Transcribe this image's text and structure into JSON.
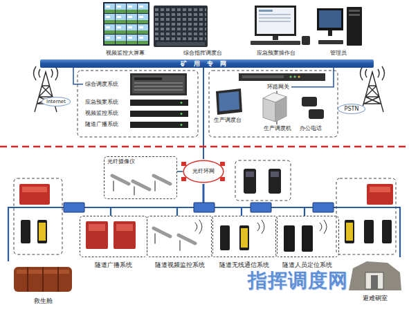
{
  "diagram": {
    "nodes": [
      {
        "text": [
          "视频监控大屏幕"
        ]
      },
      {
        "text": [
          "综合指挥调度台"
        ]
      },
      {
        "text": [
          "应急预案操作台"
        ]
      },
      {
        "text": [
          "管理员"
        ]
      },
      {
        "text": [
          "矿用专网"
        ]
      },
      {
        "text": [
          "Internet"
        ]
      },
      {
        "text": [
          "综合调度系统"
        ]
      },
      {
        "text": [
          "应急预案系统"
        ]
      },
      {
        "text": [
          "视频监控系统"
        ]
      },
      {
        "text": [
          "隧道广播系统"
        ]
      },
      {
        "text": [
          "环路网关"
        ]
      },
      {
        "text": [
          "生产调度台"
        ]
      },
      {
        "text": [
          "生产调度机"
        ]
      },
      {
        "text": [
          "办公电话"
        ]
      },
      {
        "text": [
          "PSTN"
        ]
      },
      {
        "text": [
          "光纤摄像仪"
        ]
      },
      {
        "text": [
          "光纤环网"
        ]
      },
      {
        "text": [
          "救生舱"
        ]
      },
      {
        "text": [
          "隧道广播系统"
        ]
      },
      {
        "text": [
          "隧道视频监控系统"
        ]
      },
      {
        "text": [
          "隧道无线通信系统"
        ]
      },
      {
        "text": [
          "隧道人员定位系统"
        ]
      },
      {
        "text": [
          "避难硐室"
        ]
      }
    ],
    "edges": [
      {
        "from": 4,
        "to": 16,
        "arrow": "none"
      },
      {
        "from": 4,
        "to": 6,
        "arrow": "none"
      },
      {
        "from": 4,
        "to": 10,
        "arrow": "none"
      },
      {
        "from": 10,
        "to": 12,
        "arrow": "none"
      },
      {
        "from": 16,
        "to": 15,
        "arrow": "none"
      },
      {
        "from": 16,
        "to": 17,
        "arrow": "none"
      },
      {
        "from": 16,
        "to": 18,
        "arrow": "none"
      },
      {
        "from": 16,
        "to": 19,
        "arrow": "none"
      },
      {
        "from": 16,
        "to": 20,
        "arrow": "none"
      },
      {
        "from": 16,
        "to": 21,
        "arrow": "none"
      },
      {
        "from": 16,
        "to": 22,
        "arrow": "none"
      }
    ],
    "labels": [
      "指挥调度网"
    ]
  }
}
